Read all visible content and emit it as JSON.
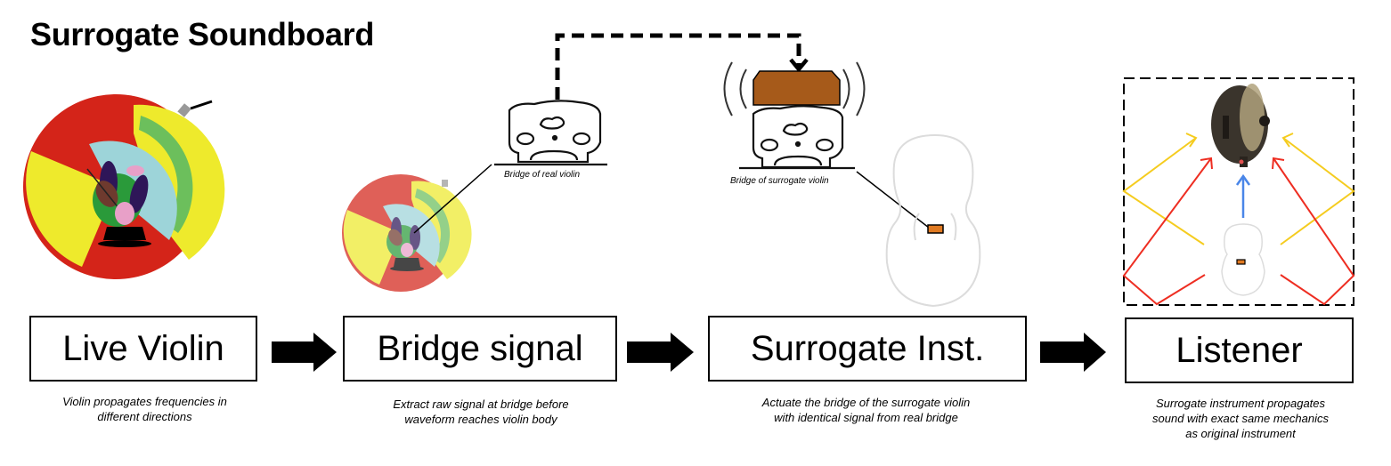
{
  "title": "Surrogate Soundboard",
  "stages": [
    {
      "label": "Live Violin",
      "caption": [
        "Violin propagates frequencies in",
        "different directions"
      ]
    },
    {
      "label": "Bridge signal",
      "caption": [
        "Extract raw signal at bridge before",
        "waveform reaches violin body"
      ]
    },
    {
      "label": "Surrogate Inst.",
      "caption": [
        "Actuate the bridge of the surrogate violin",
        "with identical signal from real bridge"
      ]
    },
    {
      "label": "Listener",
      "caption": [
        "Surrogate instrument propagates",
        "sound with exact same mechanics",
        "as original instrument"
      ]
    }
  ],
  "annotations": {
    "real_bridge": "Bridge of real violin",
    "surrogate_bridge": "Bridge of surrogate violin"
  },
  "colors": {
    "disc_red": "#d42419",
    "disc_yellow": "#eeea2c",
    "disc_blue": "#9dd4d9",
    "disc_green": "#6cbf5c",
    "actuator_brown": "#a65a1a",
    "pickup_orange": "#e07a22",
    "reflection_yellow": "#f5cc1f",
    "reflection_red": "#ee2e22",
    "direct_blue": "#4a86e8"
  }
}
